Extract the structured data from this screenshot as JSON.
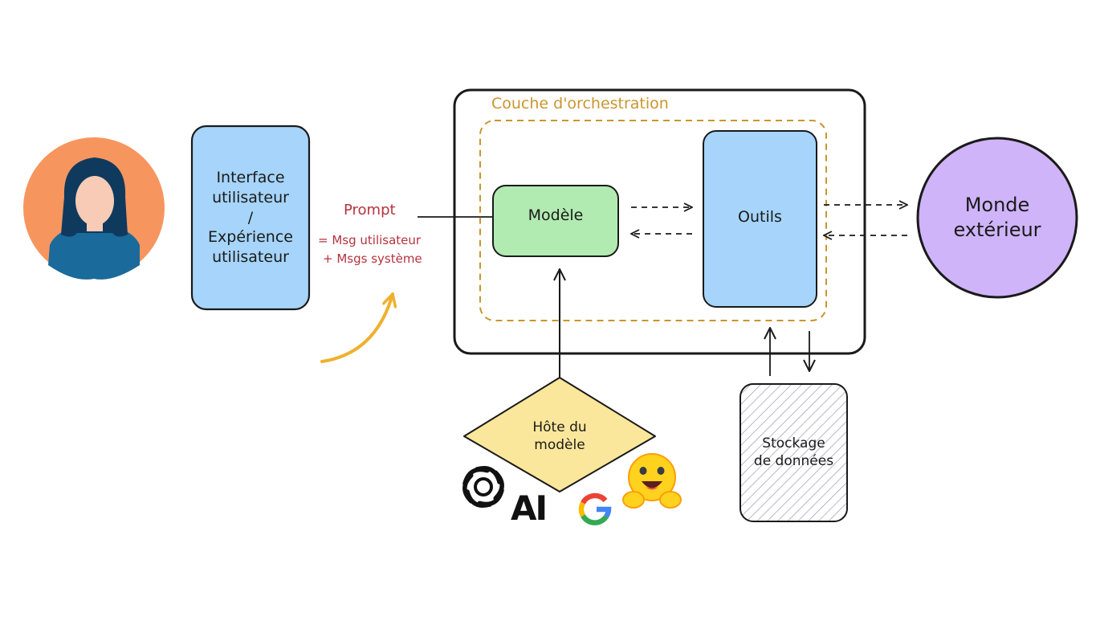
{
  "diagram": {
    "orchestration_label": "Couche d'orchestration",
    "ui_box": {
      "lines": [
        "Interface",
        "utilisateur",
        "/",
        "Expérience",
        "utilisateur"
      ]
    },
    "prompt": {
      "title": "Prompt",
      "line1": "= Msg utilisateur",
      "line2": "+ Msgs système"
    },
    "model_label": "Modèle",
    "tools_label": "Outils",
    "world_box": {
      "lines": [
        "Monde",
        "extérieur"
      ]
    },
    "host_box": {
      "lines": [
        "Hôte du",
        "modèle"
      ]
    },
    "storage_box": {
      "lines": [
        "Stockage",
        "de données"
      ]
    },
    "logos": [
      "openai-logo",
      "anthropic-logo",
      "google-logo",
      "huggingface-logo"
    ],
    "anthropic_text": "AI"
  },
  "colors": {
    "avatar_bg": "#f7955e",
    "shirt": "#1a6a9c",
    "hair": "#0f3a5e",
    "skin": "#f7cbb5",
    "ui_fill": "#a6d4fa",
    "model_fill": "#b2ebb1",
    "tools_fill": "#a6d4fa",
    "world_fill": "#cfb4fa",
    "host_fill": "#fbe79b",
    "orchestration_label": "#c9962e",
    "prompt_text": "#b5333e",
    "curved_arrow": "#f0b02e"
  }
}
